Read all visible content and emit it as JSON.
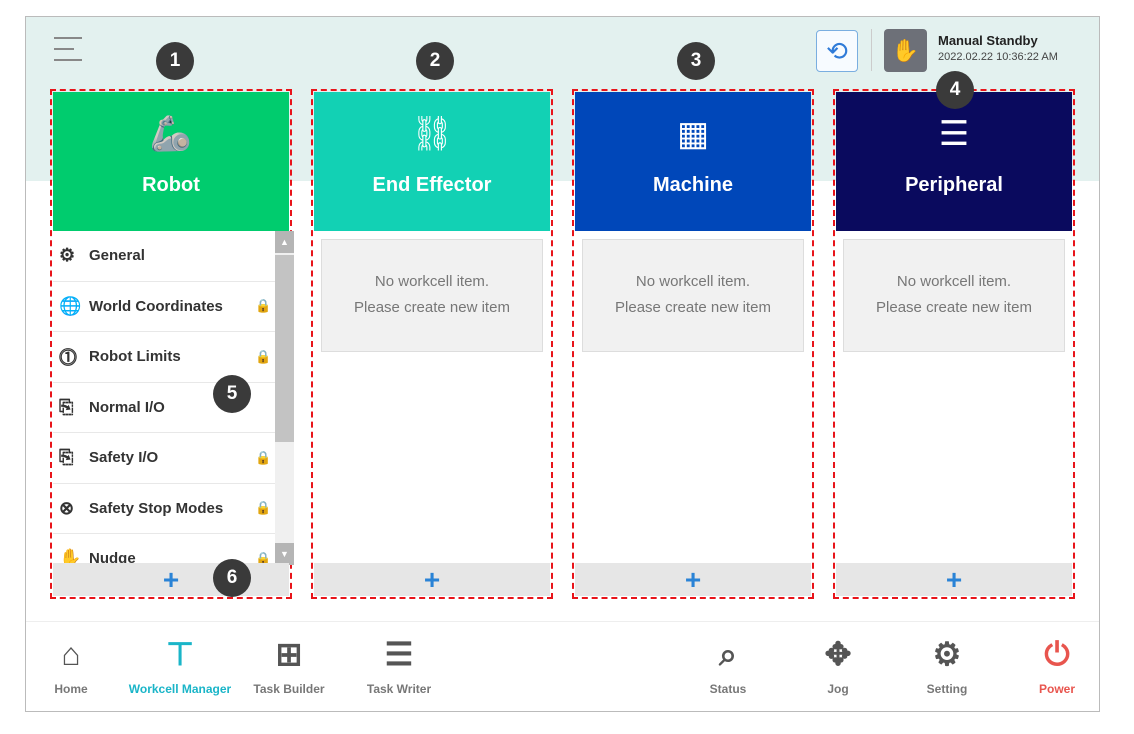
{
  "header": {
    "status": "Manual Standby",
    "datetime": "2022.02.22 10:36:22 AM",
    "icons": [
      "hamburger-menu-icon",
      "sync-icon",
      "hand-guide-icon"
    ]
  },
  "columns": [
    {
      "title": "Robot",
      "color": "#00cc6e",
      "icon": "robot-arm-icon",
      "add": "+",
      "items": [
        {
          "label": "General",
          "icon": "robot-icon",
          "locked": false
        },
        {
          "label": "World Coordinates",
          "icon": "globe-icon",
          "locked": true
        },
        {
          "label": "Robot Limits",
          "icon": "limit-icon",
          "locked": true
        },
        {
          "label": "Normal I/O",
          "icon": "io-icon",
          "locked": false
        },
        {
          "label": "Safety I/O",
          "icon": "io-icon",
          "locked": true
        },
        {
          "label": "Safety Stop Modes",
          "icon": "stop-icon",
          "locked": true
        },
        {
          "label": "Nudge",
          "icon": "nudge-hand-icon",
          "locked": true
        }
      ]
    },
    {
      "title": "End Effector",
      "color": "#12d1b4",
      "icon": "gripper-icon",
      "empty_line1": "No workcell item.",
      "empty_line2": "Please create new item",
      "add": "+"
    },
    {
      "title": "Machine",
      "color": "#0047b9",
      "icon": "machine-icon",
      "empty_line1": "No workcell item.",
      "empty_line2": "Please create new item",
      "add": "+"
    },
    {
      "title": "Peripheral",
      "color": "#0a0a5e",
      "icon": "peripheral-icon",
      "empty_line1": "No workcell item.",
      "empty_line2": "Please create new item",
      "add": "+"
    }
  ],
  "callouts": [
    "1",
    "2",
    "3",
    "4",
    "5",
    "6"
  ],
  "nav": [
    {
      "label": "Home",
      "icon": "home-icon"
    },
    {
      "label": "Workcell Manager",
      "icon": "workcell-icon",
      "active": true
    },
    {
      "label": "Task Builder",
      "icon": "task-builder-icon"
    },
    {
      "label": "Task Writer",
      "icon": "task-writer-icon"
    },
    {
      "label": "Status",
      "icon": "status-icon"
    },
    {
      "label": "Jog",
      "icon": "jog-icon"
    },
    {
      "label": "Setting",
      "icon": "gear-icon"
    },
    {
      "label": "Power",
      "icon": "power-icon"
    }
  ],
  "colors": {
    "active": "#1ab5c8",
    "power": "#e8554e",
    "add": "#2a83d6",
    "callout_border": "#e8141a"
  }
}
